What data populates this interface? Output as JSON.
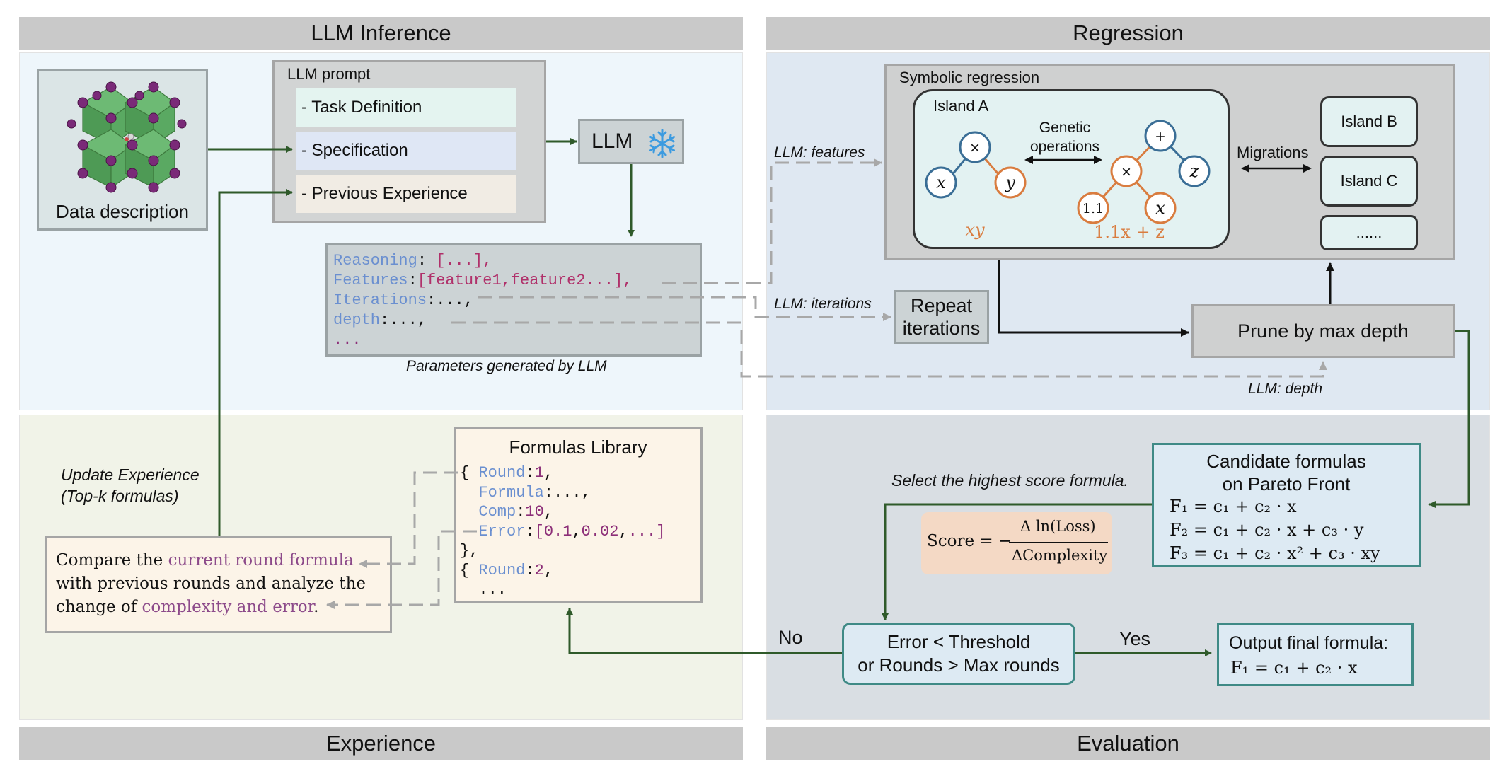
{
  "sections": {
    "llm_inference": "LLM Inference",
    "regression": "Regression",
    "experience": "Experience",
    "evaluation": "Evaluation"
  },
  "data_description": {
    "label": "Data description"
  },
  "llm_prompt": {
    "title": "LLM prompt",
    "items": [
      "- Task Definition",
      "- Specification",
      "- Previous Experience"
    ]
  },
  "llm": {
    "label": "LLM",
    "icon": "snowflake-icon"
  },
  "params": {
    "lines": [
      {
        "key": "Reasoning",
        "sep": ": ",
        "value": "[...],"
      },
      {
        "key": "Features",
        "sep": ":",
        "value": "[feature1,feature2...],"
      },
      {
        "key": "Iterations",
        "sep": ":...,",
        "value": ""
      },
      {
        "key": "depth",
        "sep": ":...,",
        "value": ""
      },
      {
        "key": "",
        "sep": "",
        "value": "..."
      }
    ],
    "caption": "Parameters generated by LLM"
  },
  "symbolic_regression": {
    "title": "Symbolic regression",
    "island_a": "Island A",
    "genetic_ops": "Genetic\noperations",
    "migrations": "Migrations",
    "islands": [
      "Island B",
      "Island C",
      "......"
    ],
    "tree1": {
      "root": "×",
      "left": "x",
      "right": "y",
      "expr": "xy"
    },
    "tree2": {
      "root": "+",
      "mid": "×",
      "right": "z",
      "leaf1": "1.1",
      "leaf2": "x",
      "expr": "1.1x + z"
    }
  },
  "edge_labels": {
    "features": "LLM: features",
    "iterations": "LLM: iterations",
    "depth": "LLM: depth"
  },
  "repeat": {
    "line1": "Repeat",
    "line2": "iterations"
  },
  "prune": {
    "label": "Prune by max depth"
  },
  "formulas_library": {
    "title": "Formulas Library",
    "lines": [
      [
        {
          "t": "{ ",
          "c": "p"
        },
        {
          "t": "Round",
          "c": "k"
        },
        {
          "t": ":",
          "c": "p"
        },
        {
          "t": "1",
          "c": "v"
        },
        {
          "t": ",",
          "c": "p"
        }
      ],
      [
        {
          "t": "  Formula",
          "c": "k"
        },
        {
          "t": ":...,",
          "c": "p"
        }
      ],
      [
        {
          "t": "  Comp",
          "c": "k"
        },
        {
          "t": ":",
          "c": "p"
        },
        {
          "t": "10",
          "c": "v"
        },
        {
          "t": ",",
          "c": "p"
        }
      ],
      [
        {
          "t": "  Error",
          "c": "k"
        },
        {
          "t": ":",
          "c": "p"
        },
        {
          "t": "[0.1",
          "c": "v"
        },
        {
          "t": ",",
          "c": "p"
        },
        {
          "t": "0.02",
          "c": "v"
        },
        {
          "t": ",",
          "c": "p"
        },
        {
          "t": "...]",
          "c": "v"
        }
      ],
      [
        {
          "t": "},",
          "c": "p"
        }
      ],
      [
        {
          "t": "{ ",
          "c": "p"
        },
        {
          "t": "Round",
          "c": "k"
        },
        {
          "t": ":",
          "c": "p"
        },
        {
          "t": "2",
          "c": "v"
        },
        {
          "t": ",",
          "c": "p"
        }
      ],
      [
        {
          "t": "  ...",
          "c": "p"
        }
      ]
    ]
  },
  "update_experience": {
    "line1": "Update Experience",
    "line2": "(Top-k formulas)"
  },
  "compare": {
    "part1": "Compare the ",
    "highlight1": "current round formula",
    "part2": "with previous rounds and analyze the",
    "part3": "change of ",
    "highlight2": "complexity and error",
    "part4": "."
  },
  "candidates": {
    "title1": "Candidate formulas",
    "title2": "on Pareto Front",
    "f1": "F₁ = c₁ + c₂ · x",
    "f2": "F₂ = c₁ + c₂ · x + c₃ · y",
    "f3": "F₃ = c₁ + c₂ · x² + c₃ · xy"
  },
  "select_text": "Select the highest score formula.",
  "score": {
    "lhs": "Score = −",
    "num": "Δ ln(Loss)",
    "den": "ΔComplexity"
  },
  "decision": {
    "line1": "Error < Threshold",
    "line2": "or Rounds > Max rounds",
    "no": "No",
    "yes": "Yes"
  },
  "output": {
    "title": "Output final formula:",
    "formula": "F₁ = c₁ + c₂ · x"
  },
  "colors": {
    "arrow_green": "#2f5a2a",
    "dashed_gray": "#a8a8a8",
    "teal_border": "#3f8a86",
    "purple": "#8c4a8a",
    "blue_key": "#6a8fd0",
    "orange": "#d97c3f",
    "node_blue": "#3a6e96"
  }
}
